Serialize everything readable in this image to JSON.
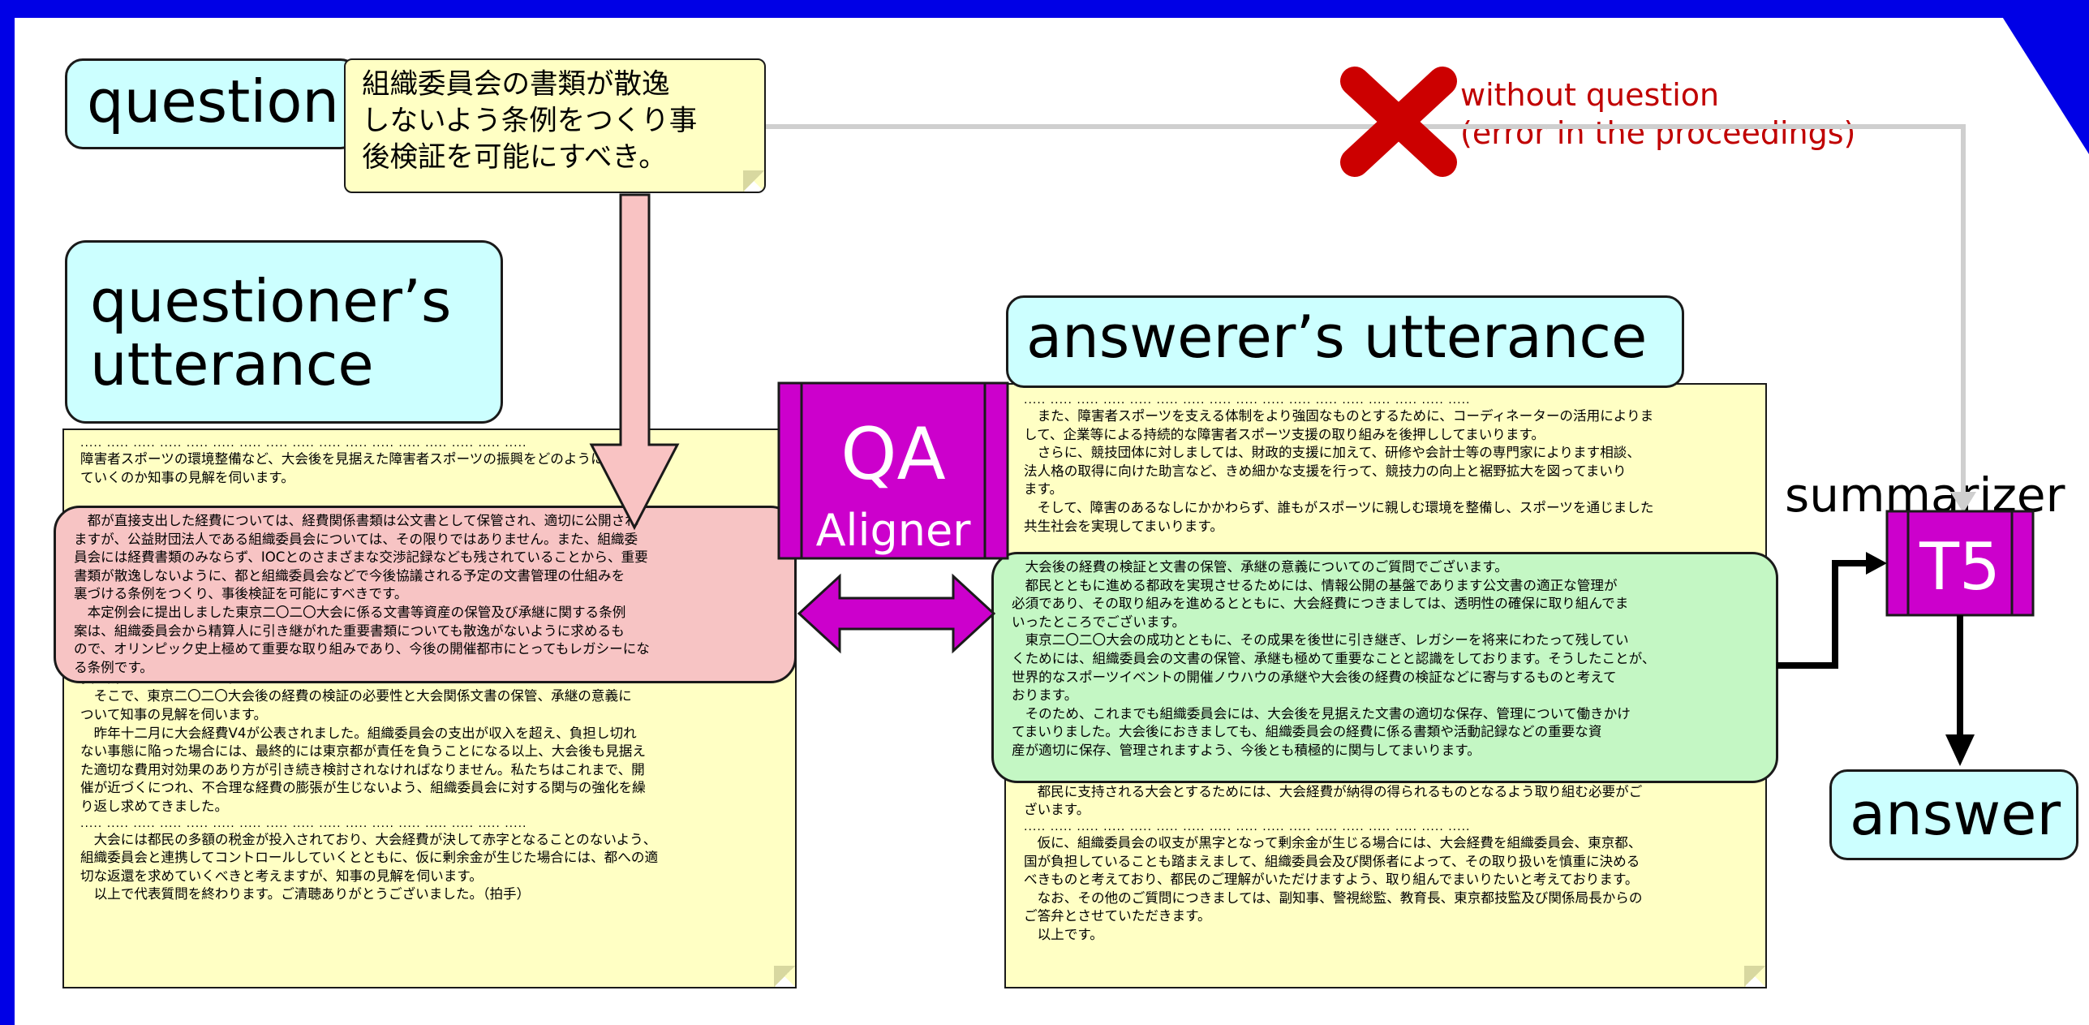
{
  "diagram": {
    "question": {
      "label": "question",
      "text": "組織委員会の書類が散逸\nしないよう条例をつくり事\n後検証を可能にすべき。"
    },
    "questioner": {
      "label": "questioner’s\nutterance",
      "dots": "..... ..... ..... ..... ..... ..... ..... ..... ..... ..... ..... ..... ..... ..... ..... ..... .....",
      "before": "障害者スポーツの環境整備など、大会後を見据えた障害者スポーツの振興をどのように進め\nていくのか知事の見解を伺います。",
      "highlight": "　都が直接支出した経費については、経費関係書類は公文書として保管され、適切に公開され\nますが、公益財団法人である組織委員会については、その限りではありません。また、組織委\n員会には経費書類のみならず、IOCとのさまざまな交渉記録なども残されていることから、重要\n書類が散逸しないように、都と組織委員会などで今後協議される予定の文書管理の仕組みを\n裏づける条例をつくり、事後検証を可能にすべきです。\n　本定例会に提出しました東京二〇二〇大会に係る文書等資産の保管及び承継に関する条例\n案は、組織委員会から精算人に引き継がれた重要書類についても散逸がないように求めるも\nので、オリンピック史上極めて重要な取り組みであり、今後の開催都市にとってもレガシーにな\nる条例です。",
      "after": "　小池知事は就任早々に、東京都公文書管理条例を制定し、文書の保管や情報公開の意義を\n強く訴えてこられました。\n　そこで、東京二〇二〇大会後の経費の検証の必要性と大会関係文書の保管、承継の意義に\nついて知事の見解を伺います。\n　昨年十二月に大会経費V4が公表されました。組織委員会の支出が収入を超え、負担し切れ\nない事態に陥った場合には、最終的には東京都が責任を負うことになる以上、大会後も見据え\nた適切な費用対効果のあり方が引き続き検討されなければなりません。私たちはこれまで、開\n催が近づくにつれ、不合理な経費の膨張が生じないよう、組織委員会に対する関与の強化を繰\nり返し求めてきました。",
      "dots2": "..... ..... ..... ..... ..... ..... ..... ..... ..... ..... ..... ..... ..... ..... ..... ..... .....",
      "end": "　大会には都民の多額の税金が投入されており、大会経費が決して赤字となることのないよう、\n組織委員会と連携してコントロールしていくとともに、仮に剰余金が生じた場合には、都への適\n切な返還を求めていくべきと考えますが、知事の見解を伺います。\n　以上で代表質問を終わります。ご清聴ありがとうございました。（拍手）"
    },
    "aligner": {
      "line1": "QA",
      "line2": "Aligner"
    },
    "answerer": {
      "label": "answerer’s utterance",
      "dots": "..... ..... ..... ..... ..... ..... ..... ..... ..... ..... ..... ..... ..... ..... ..... ..... .....",
      "before": "　また、障害者スポーツを支える体制をより強固なものとするために、コーディネーターの活用によりま\nして、企業等による持続的な障害者スポーツ支援の取り組みを後押ししてまいります。\n　さらに、競技団体に対しましては、財政的支援に加えて、研修や会計士等の専門家によります相談、\n法人格の取得に向けた助言など、きめ細かな支援を行って、競技力の向上と裾野拡大を図ってまいり\nます。\n　そして、障害のあるなしにかかわらず、誰もがスポーツに親しむ環境を整備し、スポーツを通じました\n共生社会を実現してまいります。",
      "highlight": "　大会後の経費の検証と文書の保管、承継の意義についてのご質問でございます。\n　都民とともに進める都政を実現させるためには、情報公開の基盤であります公文書の適正な管理が\n必須であり、その取り組みを進めるとともに、大会経費につきましては、透明性の確保に取り組んでま\nいったところでございます。\n　東京二〇二〇大会の成功とともに、その成果を後世に引き継ぎ、レガシーを将来にわたって残してい\nくためには、組織委員会の文書の保管、承継も極めて重要なことと認識をしております。そうしたことが、\n世界的なスポーツイベントの開催ノウハウの承継や大会後の経費の検証などに寄与するものと考えて\nおります。\n　そのため、これまでも組織委員会には、大会後を見据えた文書の適切な保存、管理について働きかけ\nてまいりました。大会後におきましても、組織委員会の経費に係る書類や活動記録などの重要な資\n産が適切に保存、管理されますよう、今後とも積極的に関与してまいります。",
      "after": "　大会におけます剰余金についてのご質問でございます。\n　都民に支持される大会とするためには、大会経費が納得の得られるものとなるよう取り組む必要がご\nざいます。",
      "dots2": "..... ..... ..... ..... ..... ..... ..... ..... ..... ..... ..... ..... ..... ..... ..... ..... .....",
      "end": "　仮に、組織委員会の収支が黒字となって剰余金が生じる場合には、大会経費を組織委員会、東京都、\n国が負担していることも踏まえまして、組織委員会及び関係者によって、その取り扱いを慎重に決める\nべきものと考えており、都民のご理解がいただけますよう、取り組んでまいりたいと考えております。\n　なお、その他のご質問につきましては、副知事、警視総監、教育長、東京都技監及び関係局長からの\nご答弁とさせていただきます。\n　以上です。"
    },
    "without_question": "without question\n(error in the proceedings)",
    "summarizer": "summarizer",
    "t5": "T5",
    "answer": "answer",
    "colors": {
      "frame_blue": "#0000e6",
      "label_fill": "#ccffff",
      "note_fill": "#ffffc4",
      "question_highlight": "#f7c4c4",
      "answer_highlight": "#c4f7c4",
      "magenta": "#cc00cc",
      "error_red": "#c00000"
    }
  }
}
